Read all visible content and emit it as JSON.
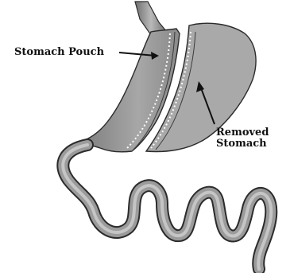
{
  "labels": {
    "stomach_pouch": "Stomach Pouch",
    "removed_line1": "Removed",
    "removed_line2": "Stomach"
  },
  "colors": {
    "tissue": "#8f8f8f",
    "tissue_light": "#b5b5b5",
    "tissue_dark": "#5a5a5a",
    "outline": "#2b2b2b",
    "staple": "#ffffff"
  }
}
